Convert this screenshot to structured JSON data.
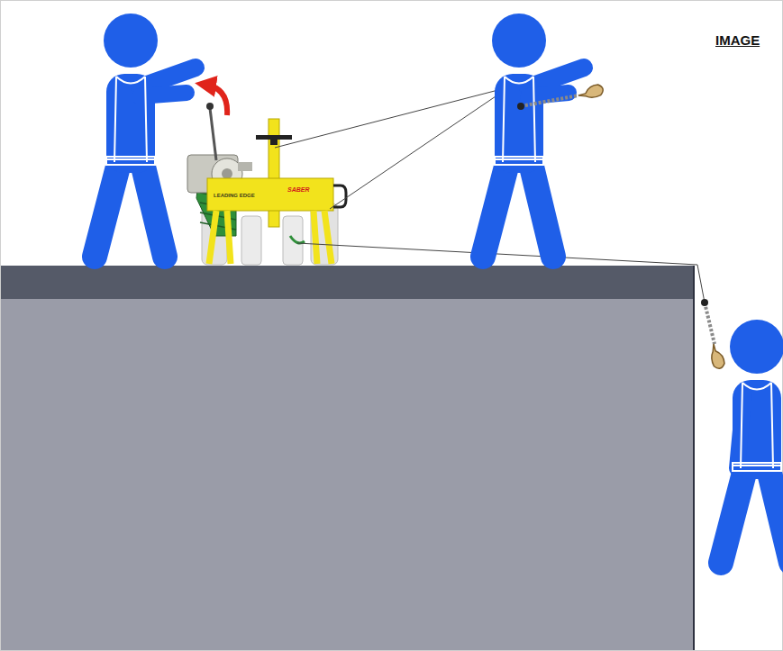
{
  "diagram": {
    "title": "IMAGE",
    "labels": [
      "LEADING EDGE",
      "SABER"
    ]
  }
}
